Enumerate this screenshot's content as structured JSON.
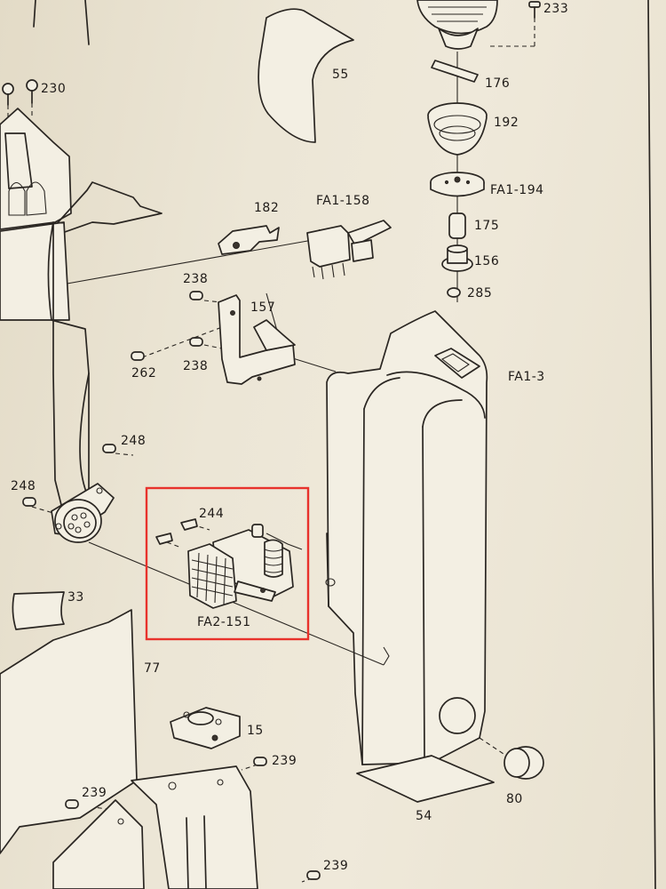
{
  "labels": {
    "l233": "233",
    "l55": "55",
    "l176": "176",
    "l192": "192",
    "l230": "230",
    "l182": "182",
    "lFA1_158": "FA1-158",
    "lFA1_194": "FA1-194",
    "l175": "175",
    "l156": "156",
    "l285": "285",
    "l238a": "238",
    "l157": "157",
    "l262": "262",
    "l238b": "238",
    "lFA1_3": "FA1-3",
    "l248a": "248",
    "l248b": "248",
    "l244": "244",
    "lFA2_151": "FA2-151",
    "l33": "33",
    "l77": "77",
    "l15": "15",
    "l239a": "239",
    "l239b": "239",
    "l239c": "239",
    "l80": "80",
    "l54": "54"
  },
  "highlight": {
    "color": "#e8322c",
    "target_part": "FA2-151"
  }
}
